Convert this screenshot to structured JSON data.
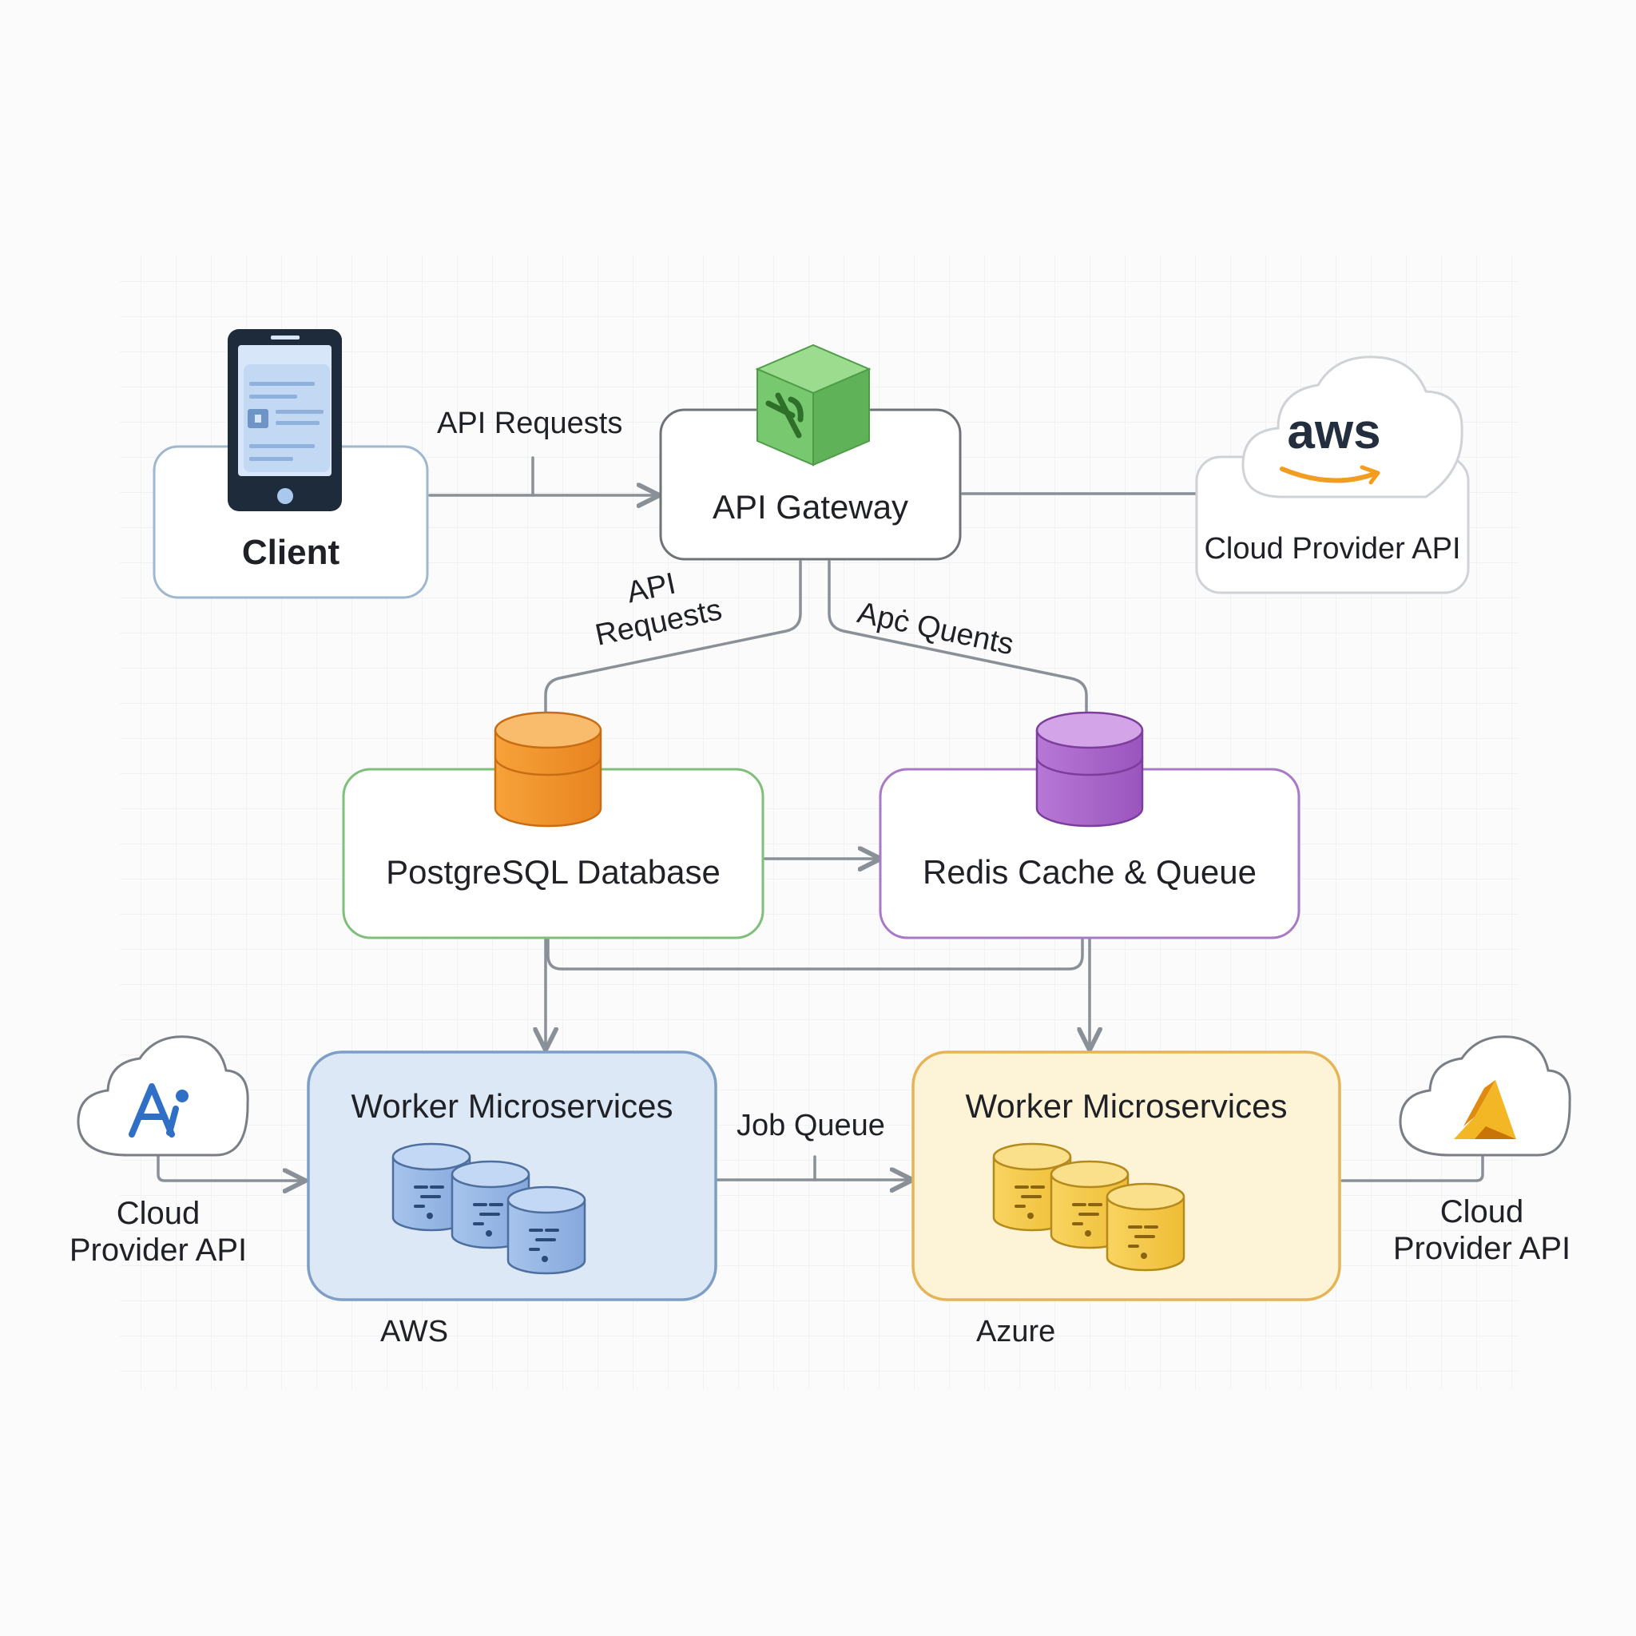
{
  "nodes": {
    "client": {
      "label": "Client"
    },
    "gateway": {
      "label": "API Gateway"
    },
    "aws_cloud_top": {
      "logo_text": "aws",
      "label": "Cloud Provider API"
    },
    "postgres": {
      "label": "PostgreSQL Database"
    },
    "redis": {
      "label": "Redis Cache & Queue"
    },
    "workers_aws": {
      "label": "Worker Microservices",
      "caption": "AWS"
    },
    "workers_azure": {
      "label": "Worker Microservices",
      "caption": "Azure"
    },
    "cloud_left": {
      "label": "Cloud\nProvider API"
    },
    "cloud_right": {
      "label": "Cloud\nProvider API"
    }
  },
  "edges": {
    "client_to_gateway": "API Requests",
    "gateway_to_postgres": "API\nRequests",
    "gateway_to_redis": "Apċ Quents",
    "workers_link": "Job Queue"
  },
  "colors": {
    "line": "#8a9097",
    "client_border": "#9fb8cf",
    "gateway_border": "#6f7378",
    "aws_border": "#cfd2d6",
    "postgres_border": "#7fbf7a",
    "redis_border": "#a87ac6",
    "aws_workers_fill": "#dce8f6",
    "aws_workers_border": "#7d9ec6",
    "azure_workers_fill": "#fdf3d6",
    "azure_workers_border": "#e6b456",
    "gateway_cube": "#77c86e",
    "postgres_db": "#f0932e",
    "redis_db": "#a865c9",
    "aws_orange": "#f29d1f"
  },
  "icons": {
    "client": "smartphone-icon",
    "gateway": "cube-icon",
    "postgres": "database-icon",
    "redis": "database-icon",
    "workers_aws": "database-cluster-icon",
    "workers_azure": "database-cluster-icon",
    "cloud_left": "cloud-ai-icon",
    "cloud_right": "cloud-azure-icon",
    "aws_cloud_top": "aws-cloud-icon"
  }
}
